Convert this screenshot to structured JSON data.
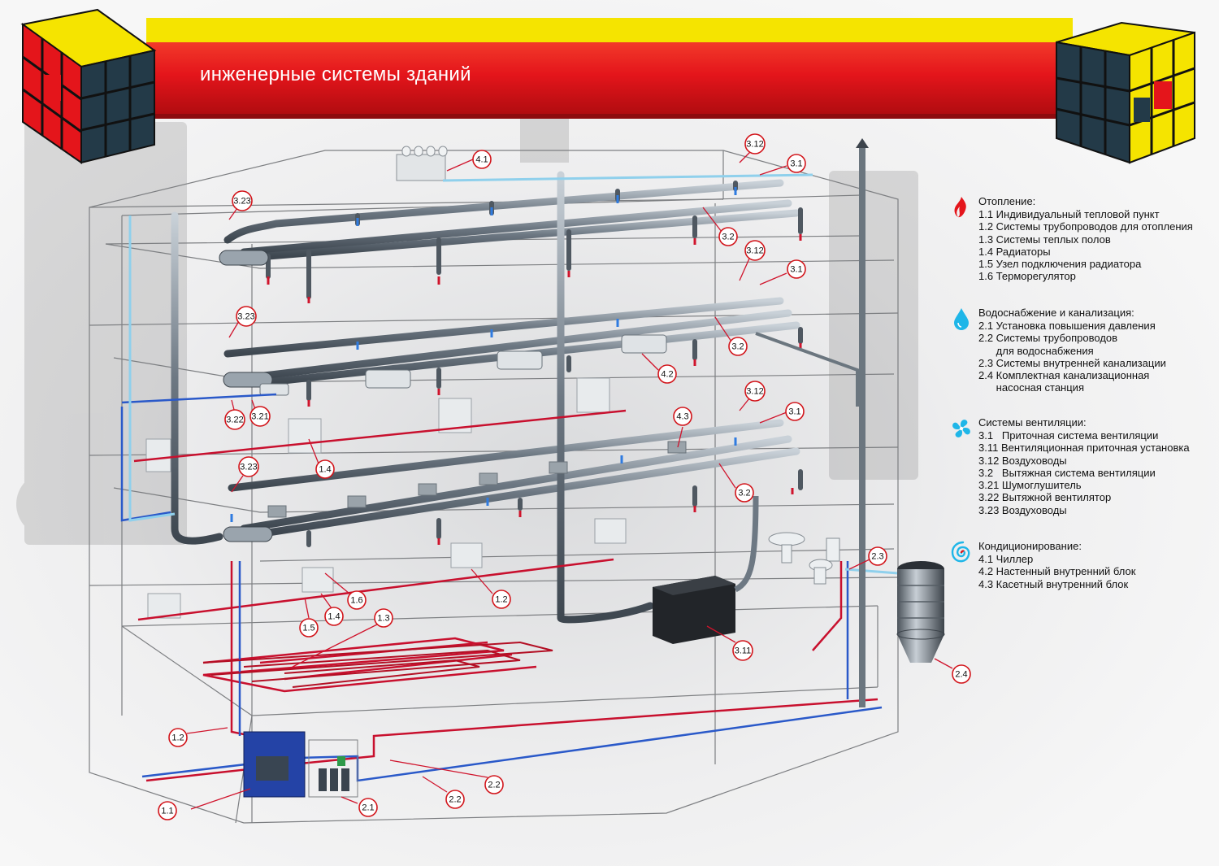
{
  "title": "инженерные системы зданий",
  "colors": {
    "band_red": "#e4151b",
    "band_yellow": "#f5e400",
    "hot_pipe": "#c8102e",
    "cold_pipe": "#2a59c9",
    "supply_arrow": "#d0142c",
    "exhaust_arrow": "#2f7be0",
    "duct": "#6d7883"
  },
  "markers": [
    {
      "id": "m-4-1",
      "label": "4.1"
    },
    {
      "id": "m-3-12-a",
      "label": "3.12"
    },
    {
      "id": "m-3-1-a",
      "label": "3.1"
    },
    {
      "id": "m-3-23-a",
      "label": "3.23"
    },
    {
      "id": "m-3-2-a",
      "label": "3.2"
    },
    {
      "id": "m-3-12-b",
      "label": "3.12"
    },
    {
      "id": "m-3-1-b",
      "label": "3.1"
    },
    {
      "id": "m-3-23-b",
      "label": "3.23"
    },
    {
      "id": "m-3-2-b",
      "label": "3.2"
    },
    {
      "id": "m-4-2",
      "label": "4.2"
    },
    {
      "id": "m-3-22",
      "label": "3.22"
    },
    {
      "id": "m-3-21",
      "label": "3.21"
    },
    {
      "id": "m-3-12-c",
      "label": "3.12"
    },
    {
      "id": "m-3-1-c",
      "label": "3.1"
    },
    {
      "id": "m-4-3",
      "label": "4.3"
    },
    {
      "id": "m-1-4-a",
      "label": "1.4"
    },
    {
      "id": "m-3-23-c",
      "label": "3.23"
    },
    {
      "id": "m-3-2-c",
      "label": "3.2"
    },
    {
      "id": "m-2-3",
      "label": "2.3"
    },
    {
      "id": "m-1-2-a",
      "label": "1.2"
    },
    {
      "id": "m-1-6",
      "label": "1.6"
    },
    {
      "id": "m-1-3",
      "label": "1.3"
    },
    {
      "id": "m-1-5",
      "label": "1.5"
    },
    {
      "id": "m-1-4-b",
      "label": "1.4"
    },
    {
      "id": "m-3-11",
      "label": "3.11"
    },
    {
      "id": "m-2-4",
      "label": "2.4"
    },
    {
      "id": "m-1-2-b",
      "label": "1.2"
    },
    {
      "id": "m-2-2-a",
      "label": "2.2"
    },
    {
      "id": "m-2-2-b",
      "label": "2.2"
    },
    {
      "id": "m-1-1",
      "label": "1.1"
    },
    {
      "id": "m-2-1",
      "label": "2.1"
    }
  ],
  "legend": [
    {
      "icon": "flame-icon",
      "title": "Отопление:",
      "items": [
        "1.1 Индивидуальный тепловой пункт",
        "1.2 Системы трубопроводов для отопления",
        "1.3 Системы теплых полов",
        "1.4 Радиаторы",
        "1.5 Узел подключения радиатора",
        "1.6 Терморегулятор"
      ]
    },
    {
      "icon": "water-drop-icon",
      "title": "Водоснабжение и канализация:",
      "items": [
        "2.1 Установка повышения давления",
        "2.2 Системы трубопроводов",
        "      для водоснабжения",
        "2.3 Системы внутренней канализации",
        "2.4 Комплектная канализационная",
        "      насосная станция"
      ]
    },
    {
      "icon": "fan-icon",
      "title": "Системы вентиляции:",
      "items": [
        "3.1   Приточная система вентиляции",
        "3.11 Вентиляционная приточная установка",
        "3.12 Воздуховоды",
        "3.2   Вытяжная система вентиляции",
        "3.21 Шумоглушитель",
        "3.22 Вытяжной вентилятор",
        "3.23 Воздуховоды"
      ]
    },
    {
      "icon": "swirl-icon",
      "title": "Кондиционирование:",
      "items": [
        "4.1 Чиллер",
        "4.2 Настенный внутренний блок",
        "4.3 Касетный внутренний блок"
      ]
    }
  ]
}
